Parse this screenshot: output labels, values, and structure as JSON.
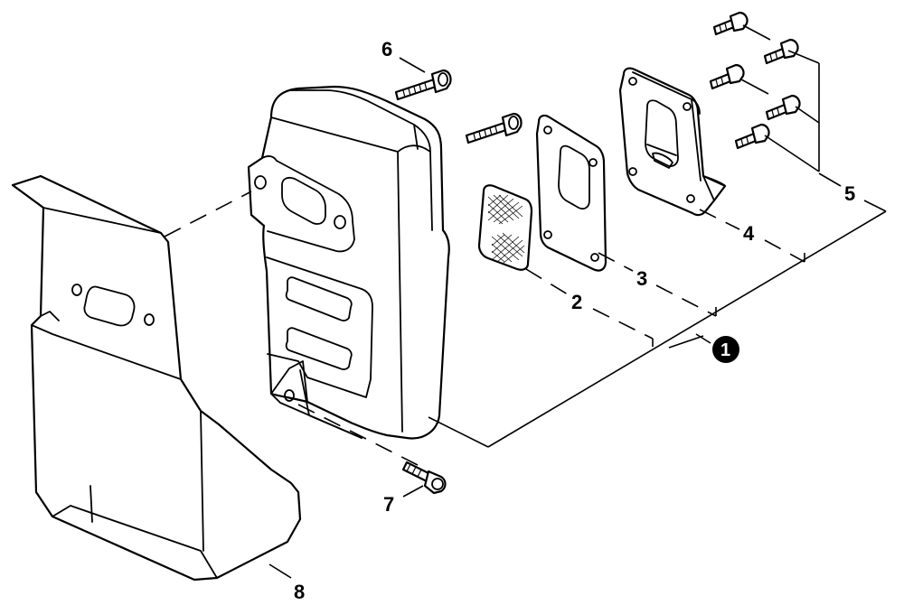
{
  "callouts": {
    "kit": "1",
    "screen": "2",
    "gasket": "3",
    "plate": "4",
    "plate_screws": "5",
    "muffler_screws": "6",
    "lower_screw": "7",
    "shield": "8"
  },
  "colors": {
    "line": "#000000",
    "background": "#ffffff",
    "badge_fill": "#000000",
    "badge_text": "#ffffff"
  }
}
